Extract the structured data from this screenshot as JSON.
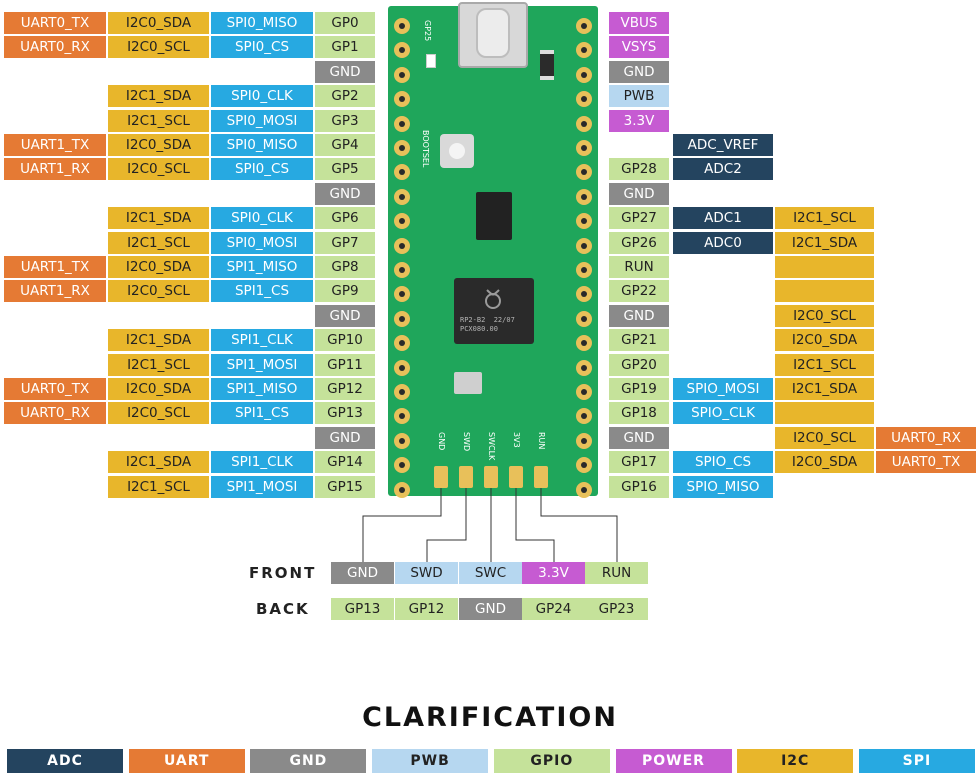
{
  "left_rows": [
    {
      "cells": [
        {
          "t": "UART0_TX",
          "k": "uart"
        },
        {
          "t": "I2C0_SDA",
          "k": "i2c"
        },
        {
          "t": "SPI0_MISO",
          "k": "spi"
        },
        {
          "t": "GP0",
          "k": "gpio"
        }
      ]
    },
    {
      "cells": [
        {
          "t": "UART0_RX",
          "k": "uart"
        },
        {
          "t": "I2C0_SCL",
          "k": "i2c"
        },
        {
          "t": "SPI0_CS",
          "k": "spi"
        },
        {
          "t": "GP1",
          "k": "gpio"
        }
      ]
    },
    {
      "cells": [
        null,
        null,
        null,
        {
          "t": "GND",
          "k": "gnd"
        }
      ]
    },
    {
      "cells": [
        null,
        {
          "t": "I2C1_SDA",
          "k": "i2c"
        },
        {
          "t": "SPI0_CLK",
          "k": "spi"
        },
        {
          "t": "GP2",
          "k": "gpio"
        }
      ]
    },
    {
      "cells": [
        null,
        {
          "t": "I2C1_SCL",
          "k": "i2c"
        },
        {
          "t": "SPI0_MOSI",
          "k": "spi"
        },
        {
          "t": "GP3",
          "k": "gpio"
        }
      ]
    },
    {
      "cells": [
        {
          "t": "UART1_TX",
          "k": "uart"
        },
        {
          "t": "I2C0_SDA",
          "k": "i2c"
        },
        {
          "t": "SPI0_MISO",
          "k": "spi"
        },
        {
          "t": "GP4",
          "k": "gpio"
        }
      ]
    },
    {
      "cells": [
        {
          "t": "UART1_RX",
          "k": "uart"
        },
        {
          "t": "I2C0_SCL",
          "k": "i2c"
        },
        {
          "t": "SPI0_CS",
          "k": "spi"
        },
        {
          "t": "GP5",
          "k": "gpio"
        }
      ]
    },
    {
      "cells": [
        null,
        null,
        null,
        {
          "t": "GND",
          "k": "gnd"
        }
      ]
    },
    {
      "cells": [
        null,
        {
          "t": "I2C1_SDA",
          "k": "i2c"
        },
        {
          "t": "SPI0_CLK",
          "k": "spi"
        },
        {
          "t": "GP6",
          "k": "gpio"
        }
      ]
    },
    {
      "cells": [
        null,
        {
          "t": "I2C1_SCL",
          "k": "i2c"
        },
        {
          "t": "SPI0_MOSI",
          "k": "spi"
        },
        {
          "t": "GP7",
          "k": "gpio"
        }
      ]
    },
    {
      "cells": [
        {
          "t": "UART1_TX",
          "k": "uart"
        },
        {
          "t": "I2C0_SDA",
          "k": "i2c"
        },
        {
          "t": "SPI1_MISO",
          "k": "spi"
        },
        {
          "t": "GP8",
          "k": "gpio"
        }
      ]
    },
    {
      "cells": [
        {
          "t": "UART1_RX",
          "k": "uart"
        },
        {
          "t": "I2C0_SCL",
          "k": "i2c"
        },
        {
          "t": "SPI1_CS",
          "k": "spi"
        },
        {
          "t": "GP9",
          "k": "gpio"
        }
      ]
    },
    {
      "cells": [
        null,
        null,
        null,
        {
          "t": "GND",
          "k": "gnd"
        }
      ]
    },
    {
      "cells": [
        null,
        {
          "t": "I2C1_SDA",
          "k": "i2c"
        },
        {
          "t": "SPI1_CLK",
          "k": "spi"
        },
        {
          "t": "GP10",
          "k": "gpio"
        }
      ]
    },
    {
      "cells": [
        null,
        {
          "t": "I2C1_SCL",
          "k": "i2c"
        },
        {
          "t": "SPI1_MOSI",
          "k": "spi"
        },
        {
          "t": "GP11",
          "k": "gpio"
        }
      ]
    },
    {
      "cells": [
        {
          "t": "UART0_TX",
          "k": "uart"
        },
        {
          "t": "I2C0_SDA",
          "k": "i2c"
        },
        {
          "t": "SPI1_MISO",
          "k": "spi"
        },
        {
          "t": "GP12",
          "k": "gpio"
        }
      ]
    },
    {
      "cells": [
        {
          "t": "UART0_RX",
          "k": "uart"
        },
        {
          "t": "I2C0_SCL",
          "k": "i2c"
        },
        {
          "t": "SPI1_CS",
          "k": "spi"
        },
        {
          "t": "GP13",
          "k": "gpio"
        }
      ]
    },
    {
      "cells": [
        null,
        null,
        null,
        {
          "t": "GND",
          "k": "gnd"
        }
      ]
    },
    {
      "cells": [
        null,
        {
          "t": "I2C1_SDA",
          "k": "i2c"
        },
        {
          "t": "SPI1_CLK",
          "k": "spi"
        },
        {
          "t": "GP14",
          "k": "gpio"
        }
      ]
    },
    {
      "cells": [
        null,
        {
          "t": "I2C1_SCL",
          "k": "i2c"
        },
        {
          "t": "SPI1_MOSI",
          "k": "spi"
        },
        {
          "t": "GP15",
          "k": "gpio"
        }
      ]
    }
  ],
  "right_rows": [
    {
      "cells": [
        {
          "t": "VBUS",
          "k": "power"
        },
        null,
        null,
        null
      ]
    },
    {
      "cells": [
        {
          "t": "VSYS",
          "k": "power"
        },
        null,
        null,
        null
      ]
    },
    {
      "cells": [
        {
          "t": "GND",
          "k": "gnd"
        },
        null,
        null,
        null
      ]
    },
    {
      "cells": [
        {
          "t": "PWB",
          "k": "pwb"
        },
        null,
        null,
        null
      ]
    },
    {
      "cells": [
        {
          "t": "3.3V",
          "k": "power"
        },
        null,
        null,
        null
      ]
    },
    {
      "cells": [
        null,
        {
          "t": "ADC_VREF",
          "k": "adc"
        },
        null,
        null
      ]
    },
    {
      "cells": [
        {
          "t": "GP28",
          "k": "gpio"
        },
        {
          "t": "ADC2",
          "k": "adc"
        },
        null,
        null
      ]
    },
    {
      "cells": [
        {
          "t": "GND",
          "k": "gnd"
        },
        null,
        null,
        null
      ]
    },
    {
      "cells": [
        {
          "t": "GP27",
          "k": "gpio"
        },
        {
          "t": "ADC1",
          "k": "adc"
        },
        {
          "t": "I2C1_SCL",
          "k": "i2c"
        },
        null
      ]
    },
    {
      "cells": [
        {
          "t": "GP26",
          "k": "gpio"
        },
        {
          "t": "ADC0",
          "k": "adc"
        },
        {
          "t": "I2C1_SDA",
          "k": "i2c"
        },
        null
      ]
    },
    {
      "cells": [
        {
          "t": "RUN",
          "k": "gpio"
        },
        null,
        {
          "t": "",
          "k": "blank"
        },
        null
      ]
    },
    {
      "cells": [
        {
          "t": "GP22",
          "k": "gpio"
        },
        null,
        {
          "t": "",
          "k": "blank"
        },
        null
      ]
    },
    {
      "cells": [
        {
          "t": "GND",
          "k": "gnd"
        },
        null,
        {
          "t": "I2C0_SCL",
          "k": "i2c"
        },
        null
      ]
    },
    {
      "cells": [
        {
          "t": "GP21",
          "k": "gpio"
        },
        null,
        {
          "t": "I2C0_SDA",
          "k": "i2c"
        },
        null
      ]
    },
    {
      "cells": [
        {
          "t": "GP20",
          "k": "gpio"
        },
        null,
        {
          "t": "I2C1_SCL",
          "k": "i2c"
        },
        null
      ]
    },
    {
      "cells": [
        {
          "t": "GP19",
          "k": "gpio"
        },
        {
          "t": "SPIO_MOSI",
          "k": "spi"
        },
        {
          "t": "I2C1_SDA",
          "k": "i2c"
        },
        null
      ]
    },
    {
      "cells": [
        {
          "t": "GP18",
          "k": "gpio"
        },
        {
          "t": "SPIO_CLK",
          "k": "spi"
        },
        {
          "t": "",
          "k": "blank"
        },
        null
      ]
    },
    {
      "cells": [
        {
          "t": "GND",
          "k": "gnd"
        },
        null,
        {
          "t": "I2C0_SCL",
          "k": "i2c"
        },
        {
          "t": "UART0_RX",
          "k": "uart"
        }
      ]
    },
    {
      "cells": [
        {
          "t": "GP17",
          "k": "gpio"
        },
        {
          "t": "SPIO_CS",
          "k": "spi"
        },
        {
          "t": "I2C0_SDA",
          "k": "i2c"
        },
        {
          "t": "UART0_TX",
          "k": "uart"
        }
      ]
    },
    {
      "cells": [
        {
          "t": "GP16",
          "k": "gpio"
        },
        {
          "t": "SPIO_MISO",
          "k": "spi"
        },
        null,
        null
      ]
    }
  ],
  "board_silk": {
    "gp25": "GP25",
    "bootsel": "BOOTSEL",
    "chip_text": "RP2-B2  22/07\nPCX080.00",
    "bottom_pins": [
      "GND",
      "SWD",
      "SWCLK",
      "3V3",
      "RUN"
    ]
  },
  "debug": {
    "front_title": "FRONT",
    "back_title": "BACK",
    "front": [
      {
        "t": "GND",
        "k": "gnd"
      },
      {
        "t": "SWD",
        "k": "pwb"
      },
      {
        "t": "SWC",
        "k": "pwb"
      },
      {
        "t": "3.3V",
        "k": "power"
      },
      {
        "t": "RUN",
        "k": "gpio"
      }
    ],
    "back": [
      {
        "t": "GP13",
        "k": "gpio"
      },
      {
        "t": "GP12",
        "k": "gpio"
      },
      {
        "t": "GND",
        "k": "gnd"
      },
      {
        "t": "GP24",
        "k": "gpio"
      },
      {
        "t": "GP23",
        "k": "gpio"
      }
    ]
  },
  "clarification_title": "CLARIFICATION",
  "legend": [
    {
      "t": "ADC",
      "k": "adc"
    },
    {
      "t": "UART",
      "k": "uart"
    },
    {
      "t": "GND",
      "k": "gnd"
    },
    {
      "t": "PWB",
      "k": "pwb"
    },
    {
      "t": "GPIO",
      "k": "gpio"
    },
    {
      "t": "POWER",
      "k": "power"
    },
    {
      "t": "I2C",
      "k": "i2c"
    },
    {
      "t": "SPI",
      "k": "spi"
    }
  ]
}
